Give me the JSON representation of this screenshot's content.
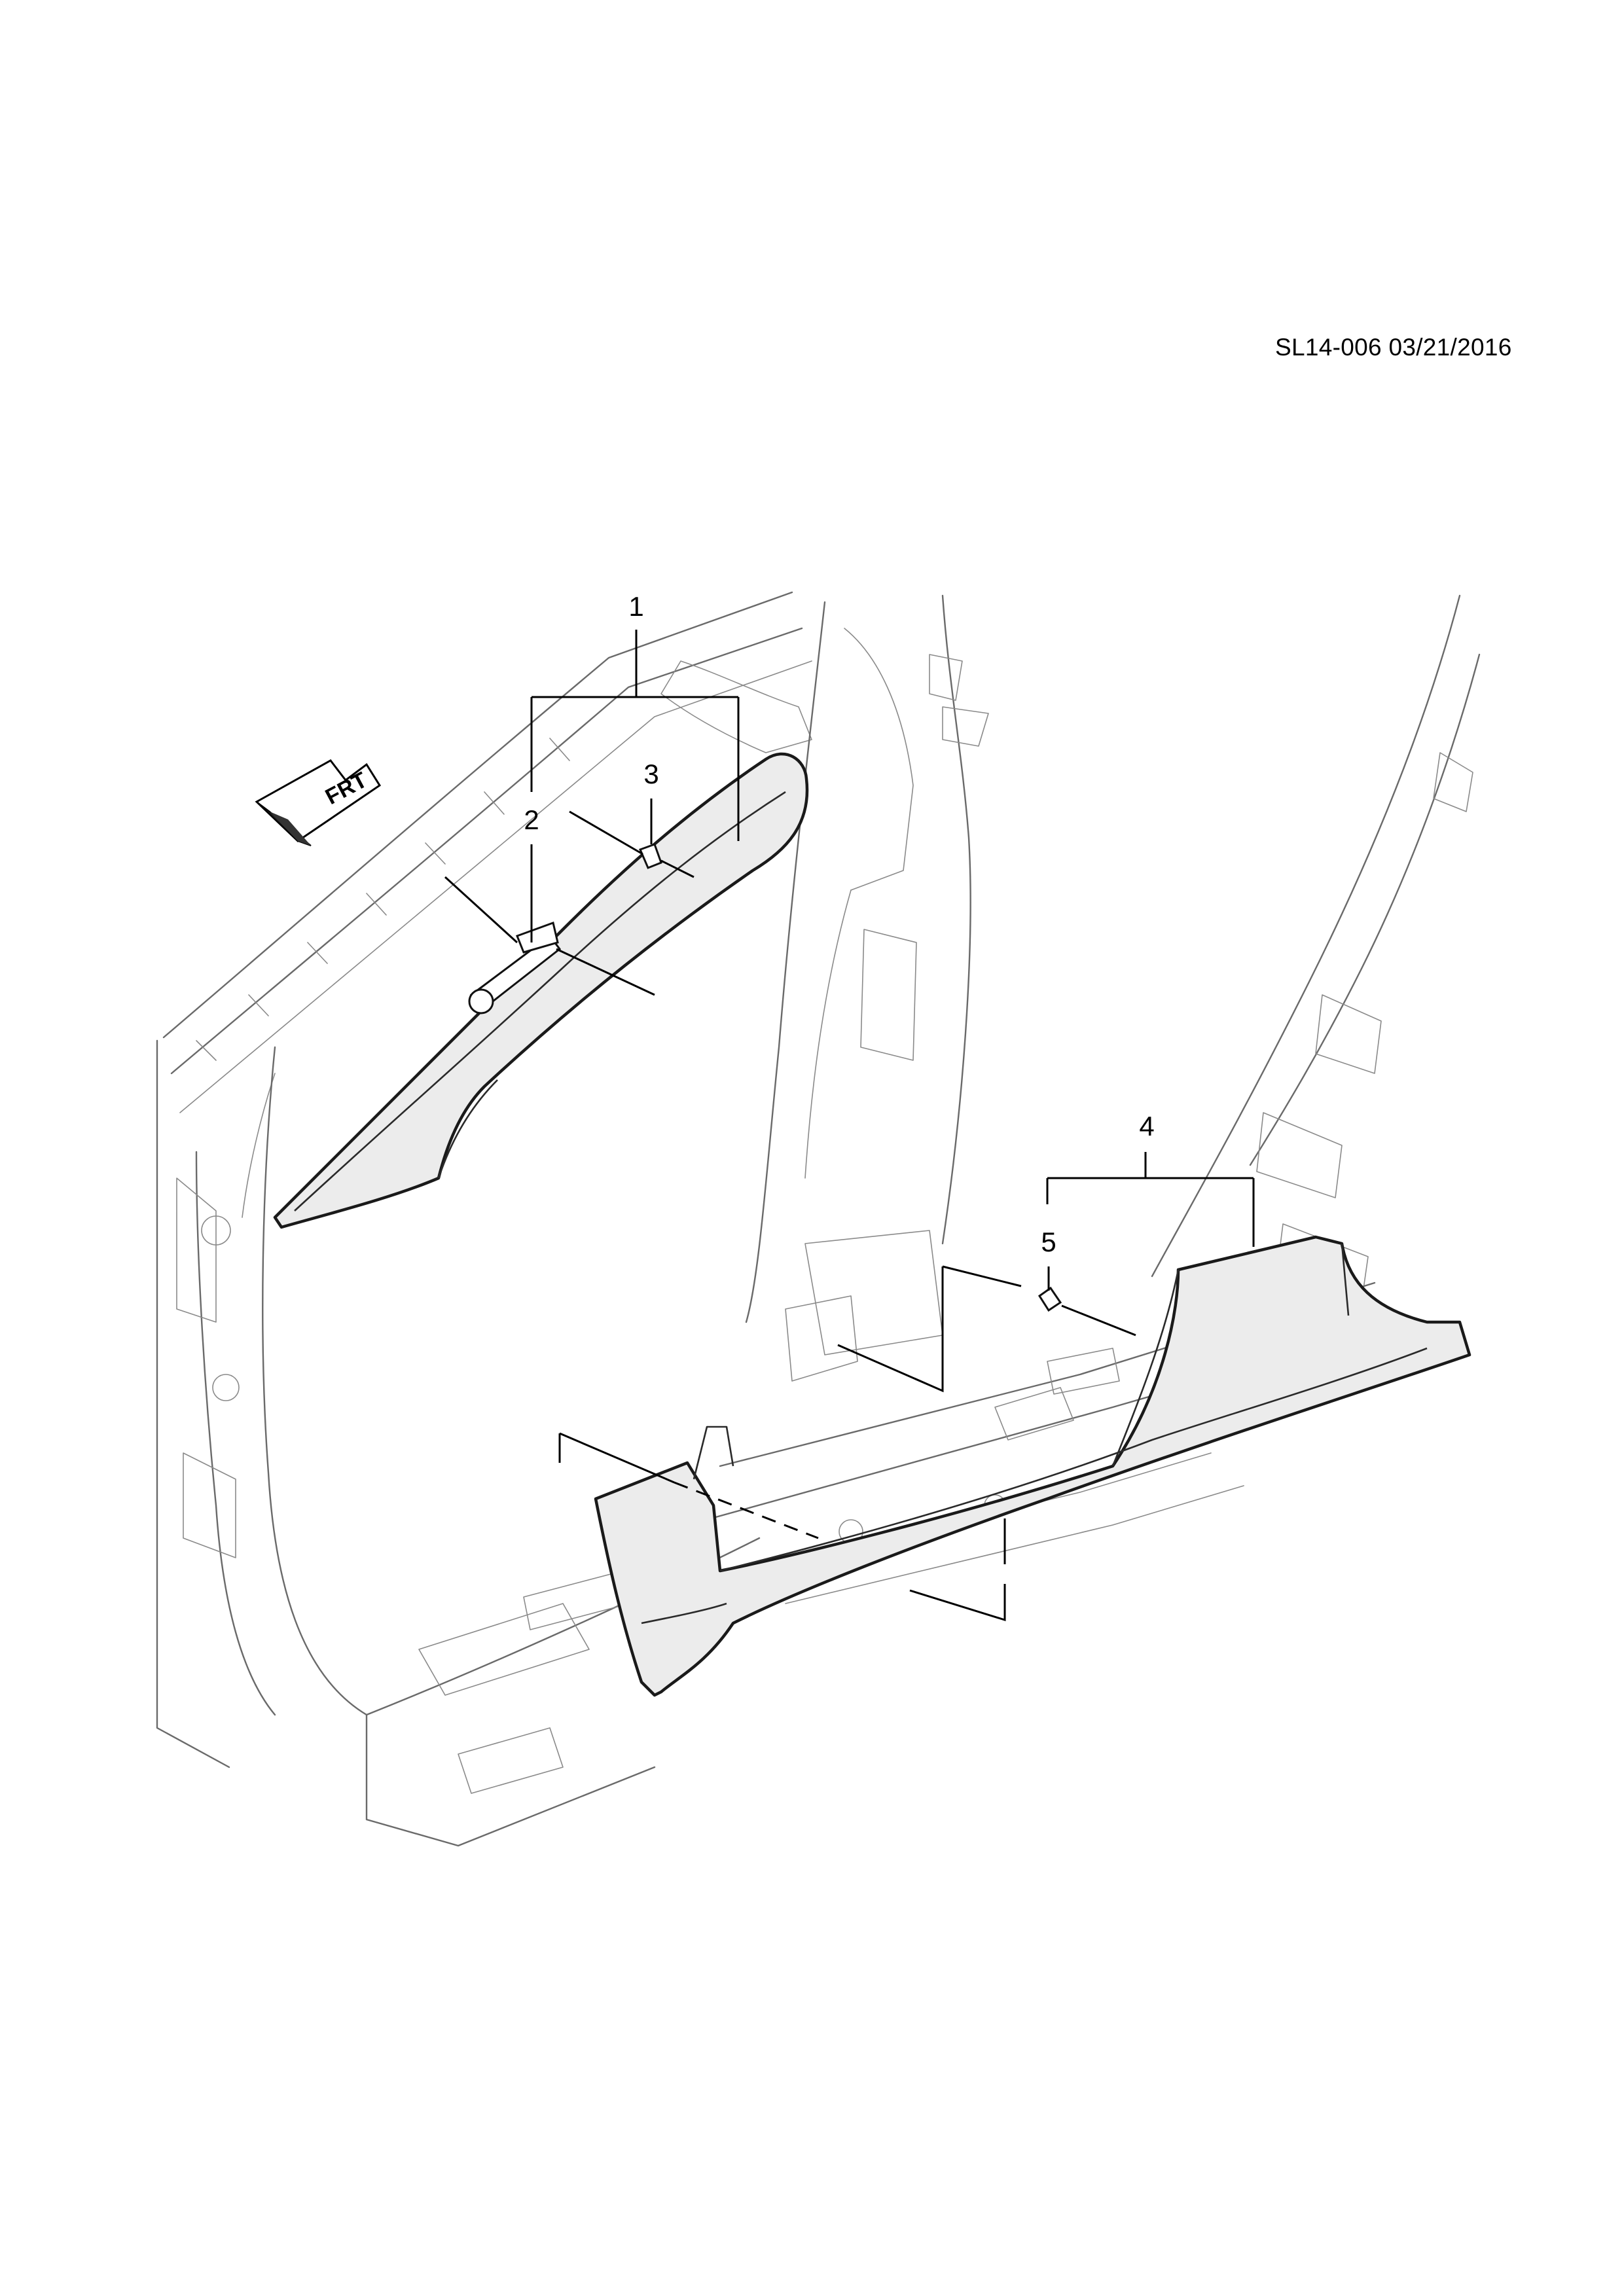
{
  "document": {
    "id_and_date": "SL14-006 03/21/2016"
  },
  "orientation_marker": {
    "label": "FRT",
    "icon": "front-direction-arrow-icon"
  },
  "callouts": [
    {
      "number": "1",
      "part": "a-pillar-trim-panel"
    },
    {
      "number": "2",
      "part": "retainer-clip"
    },
    {
      "number": "3",
      "part": "clip"
    },
    {
      "number": "4",
      "part": "door-sill-trim-panel"
    },
    {
      "number": "5",
      "part": "retainer"
    }
  ],
  "colors": {
    "line": "#000000",
    "body_outline": "#6a6a6a",
    "trim_fill": "#ececec"
  }
}
